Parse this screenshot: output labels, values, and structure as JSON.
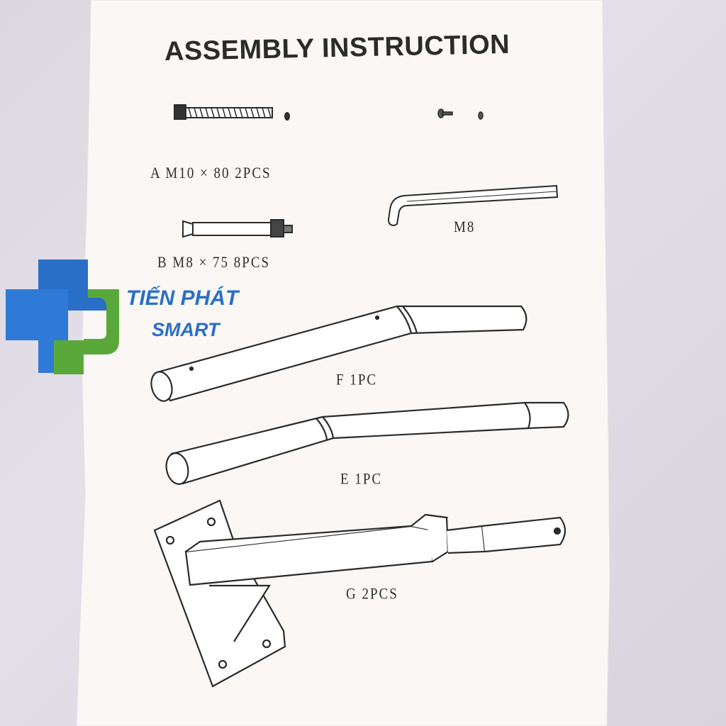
{
  "document": {
    "title": "ASSEMBLY INSTRUCTION"
  },
  "parts": [
    {
      "label": "A  M10 × 80   2PCS"
    },
    {
      "label": "B  M8 × 75   8PCS"
    },
    {
      "label": "M8"
    },
    {
      "label": "F  1PC"
    },
    {
      "label": "E  1PC"
    },
    {
      "label": "G  2PCS"
    }
  ],
  "watermark": {
    "line1": "TIẾN PHÁT",
    "line2": "SMART",
    "colors": {
      "blue": "#2a6fc7",
      "green": "#5aa83a"
    }
  },
  "colors": {
    "paper": "#faf7f4",
    "ink": "#2b2b2b",
    "background": "#ddd7e0"
  }
}
